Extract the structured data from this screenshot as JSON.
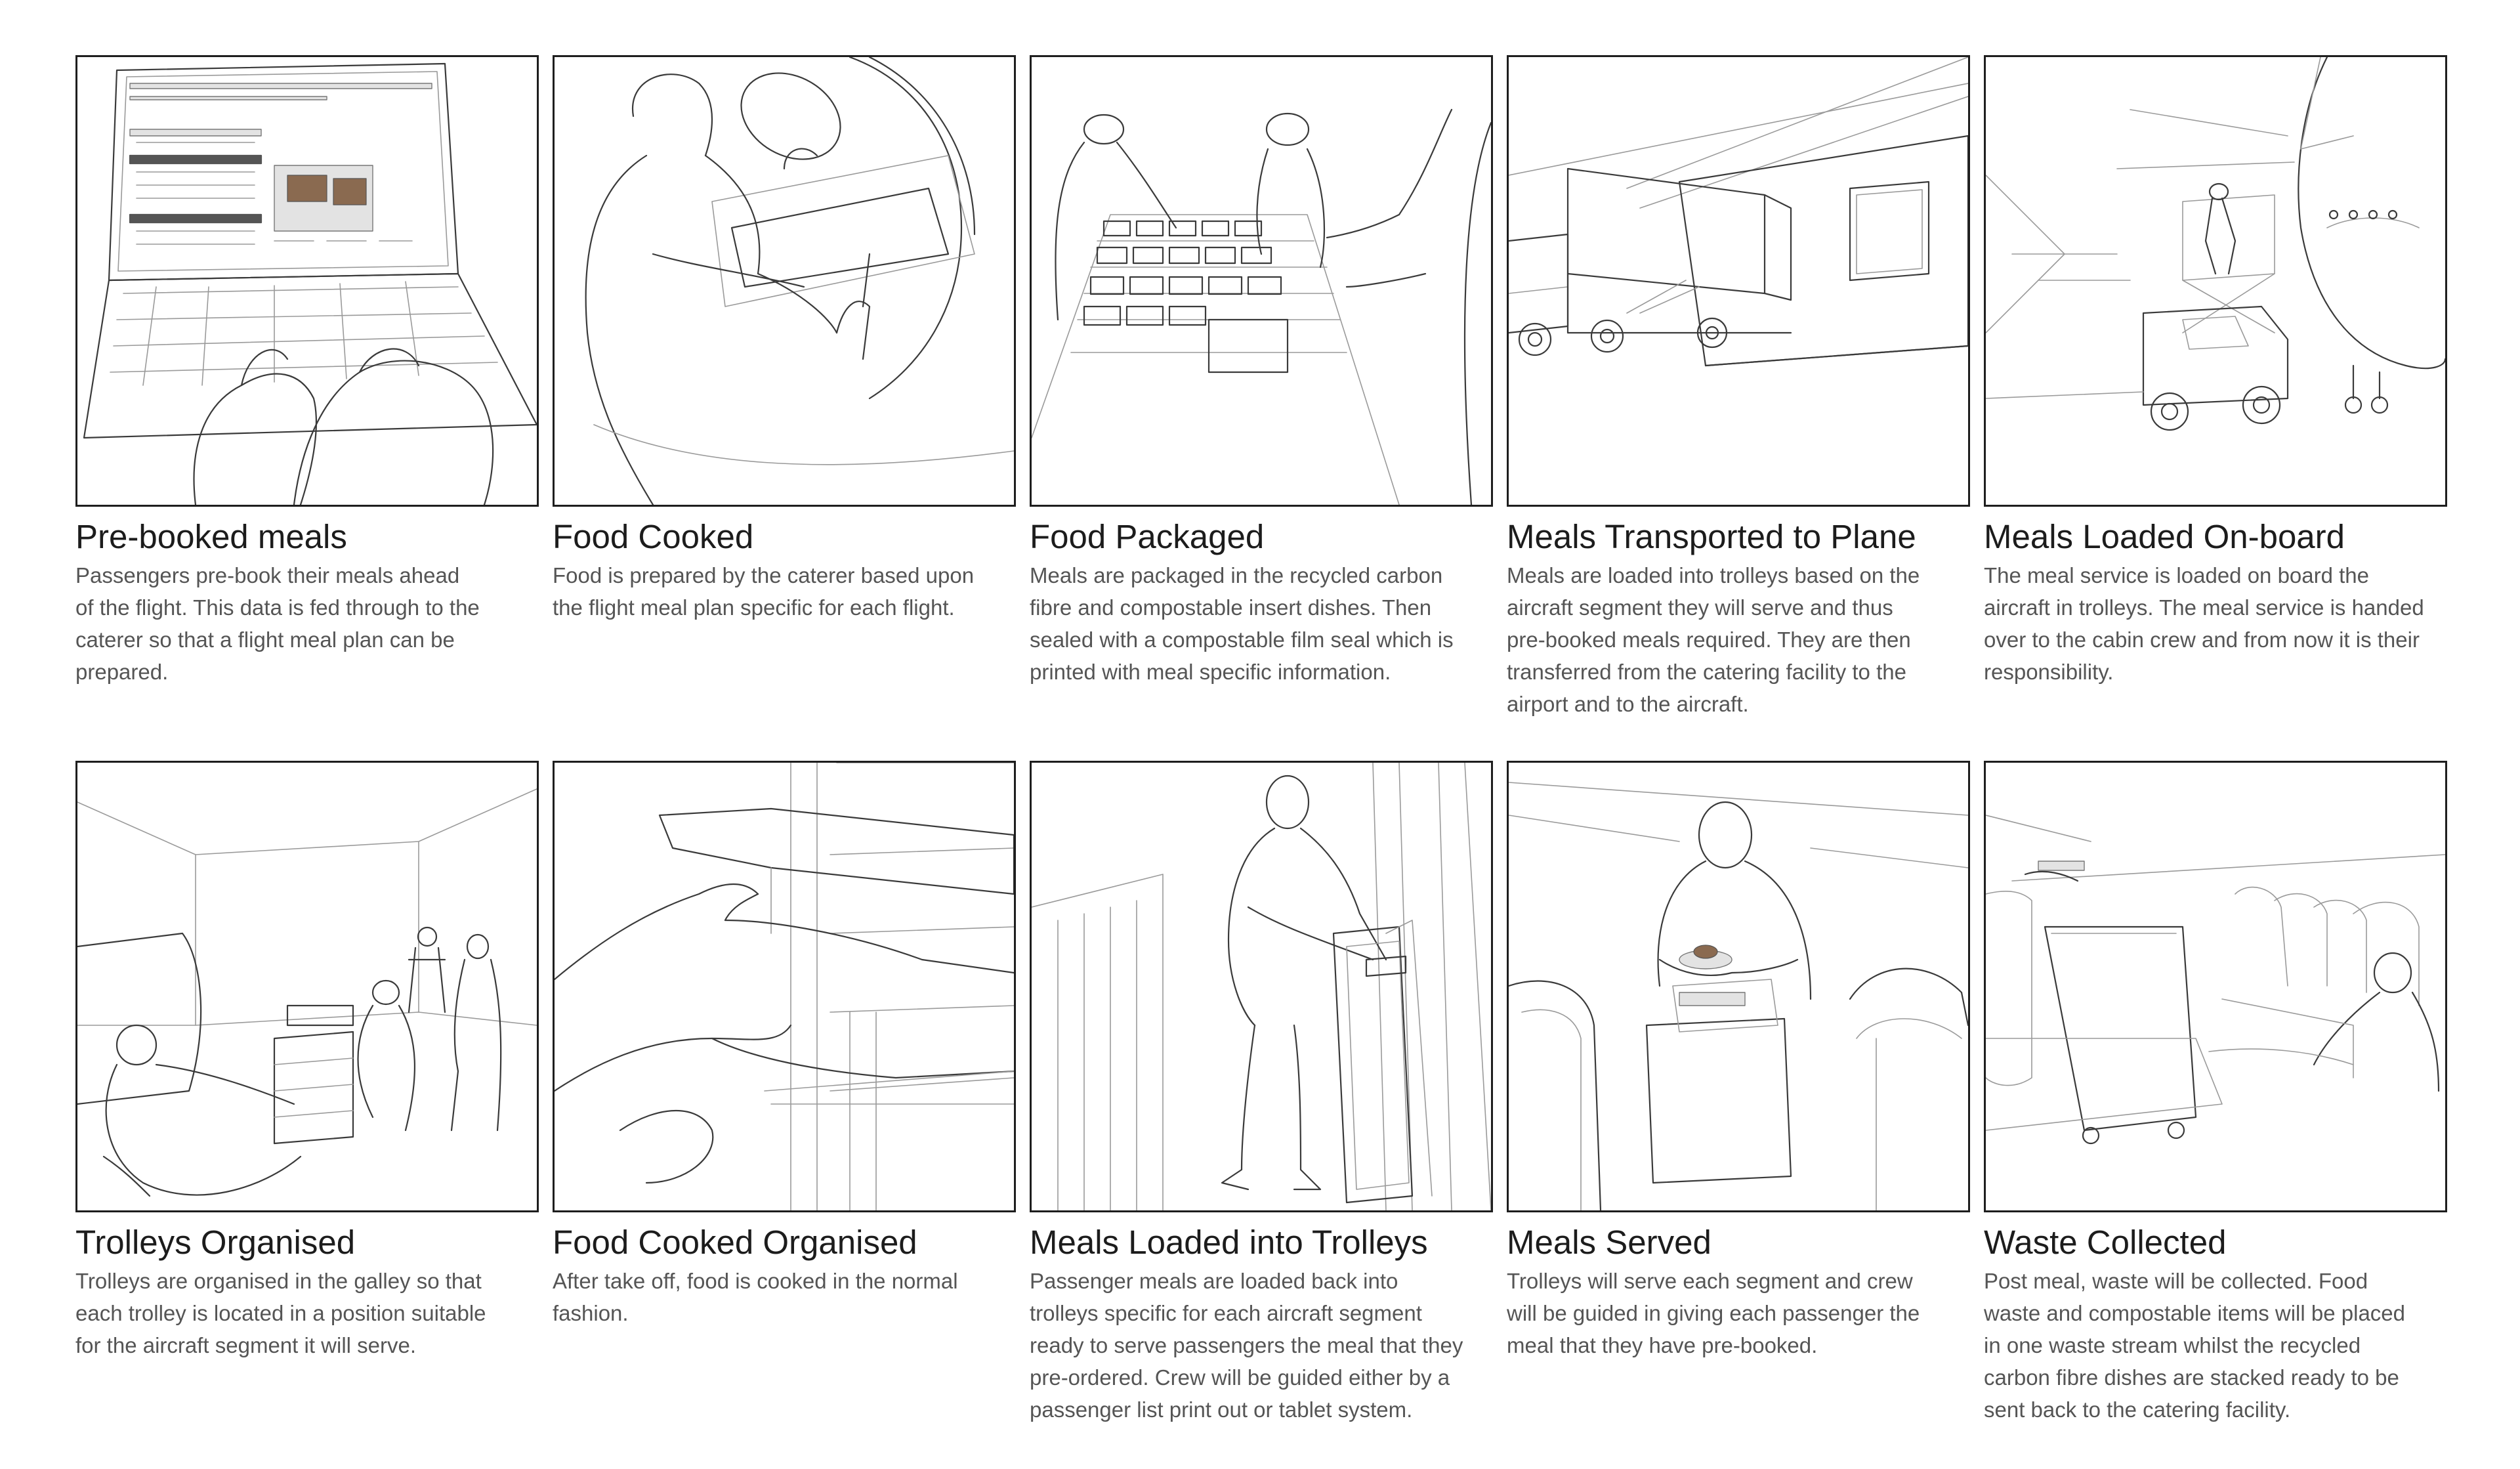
{
  "steps": [
    {
      "title": "Pre-booked meals",
      "lines": [
        "Passengers pre-book their meals ahead",
        "of the flight. This data is fed through to the",
        "caterer so that a flight meal plan can be",
        "prepared."
      ],
      "illustration": "laptop-booking-illustration"
    },
    {
      "title": "Food Cooked",
      "lines": [
        "Food is prepared by the caterer based upon",
        "the flight meal plan specific for each flight."
      ],
      "illustration": "kitchen-cooking-illustration"
    },
    {
      "title": "Food Packaged",
      "lines": [
        "Meals are packaged in the recycled carbon",
        "fibre and compostable insert dishes. Then",
        "sealed with a compostable film seal which is",
        "printed with meal specific information."
      ],
      "illustration": "packaging-line-illustration"
    },
    {
      "title": "Meals Transported to Plane",
      "lines": [
        "Meals are loaded into trolleys based on the",
        "aircraft segment they will serve and thus",
        "pre-booked meals required. They are then",
        "transferred from the catering facility to the",
        "airport and to the aircraft."
      ],
      "illustration": "catering-truck-illustration"
    },
    {
      "title": "Meals Loaded On-board",
      "lines": [
        "The meal service is loaded on board the",
        "aircraft in trolleys. The meal service is handed",
        "over to the cabin crew and from now it is their",
        "responsibility."
      ],
      "illustration": "aircraft-loading-illustration"
    },
    {
      "title": "Trolleys Organised",
      "lines": [
        "Trolleys are organised in the galley so that",
        "each trolley is located in a position suitable",
        "for the aircraft segment it will serve."
      ],
      "illustration": "galley-trolleys-illustration"
    },
    {
      "title": "Food Cooked Organised",
      "lines": [
        "After take off, food is cooked in the normal",
        "fashion."
      ],
      "illustration": "oven-tray-illustration"
    },
    {
      "title": "Meals Loaded into Trolleys",
      "lines": [
        "Passenger meals are loaded back into",
        "trolleys specific for each aircraft segment",
        "ready to serve passengers the meal that they",
        "pre-ordered. Crew will be guided either by a",
        "passenger list print out or tablet system."
      ],
      "illustration": "crew-loading-trolley-illustration"
    },
    {
      "title": "Meals Served",
      "lines": [
        "Trolleys will serve each segment and crew",
        "will be guided in giving each passenger the",
        "meal that they have pre-booked."
      ],
      "illustration": "meal-service-illustration"
    },
    {
      "title": "Waste Collected",
      "lines": [
        "Post meal, waste will be collected. Food",
        "waste and compostable items will be placed",
        "in one waste stream whilst the recycled",
        "carbon fibre dishes are stacked ready to be",
        "sent back to the catering facility."
      ],
      "illustration": "waste-collection-illustration"
    }
  ]
}
